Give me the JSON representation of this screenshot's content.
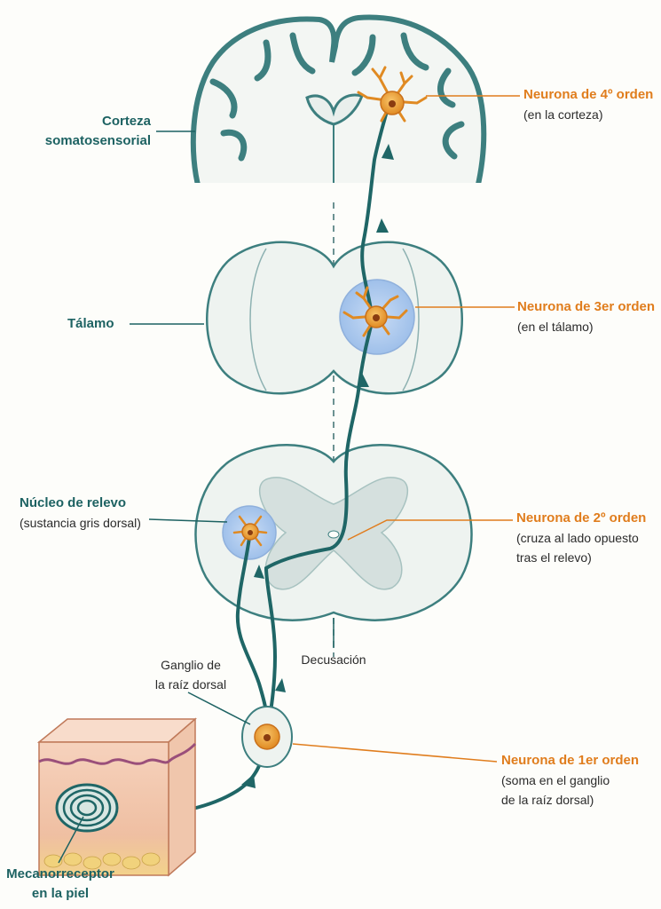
{
  "labels": {
    "corteza_line1": "Corteza",
    "corteza_line2": "somatosensorial",
    "talamo": "Tálamo",
    "nucleo_title": "Núcleo de relevo",
    "nucleo_sub": "(sustancia gris dorsal)",
    "ganglio_line1": "Ganglio de",
    "ganglio_line2": "la raíz dorsal",
    "decusacion": "Decusación",
    "mecano_line1": "Mecanorreceptor",
    "mecano_line2": "en la piel",
    "n4_title": "Neurona de 4º orden",
    "n4_sub": "(en la corteza)",
    "n3_title": "Neurona de 3er orden",
    "n3_sub": "(en el tálamo)",
    "n2_title": "Neurona de 2º orden",
    "n2_sub1": "(cruza al lado opuesto",
    "n2_sub2": "tras el relevo)",
    "n1_title": "Neurona de 1er orden",
    "n1_sub1": "(soma en el ganglio",
    "n1_sub2": "de la raíz dorsal)"
  },
  "colors": {
    "teal": "#1d6262",
    "orange": "#e07d1d",
    "neuron": "#f0a43a",
    "blue_halo": "#a9c8ec",
    "tissue_outline": "#3d7f7f",
    "skin": "#f2c2a4"
  }
}
